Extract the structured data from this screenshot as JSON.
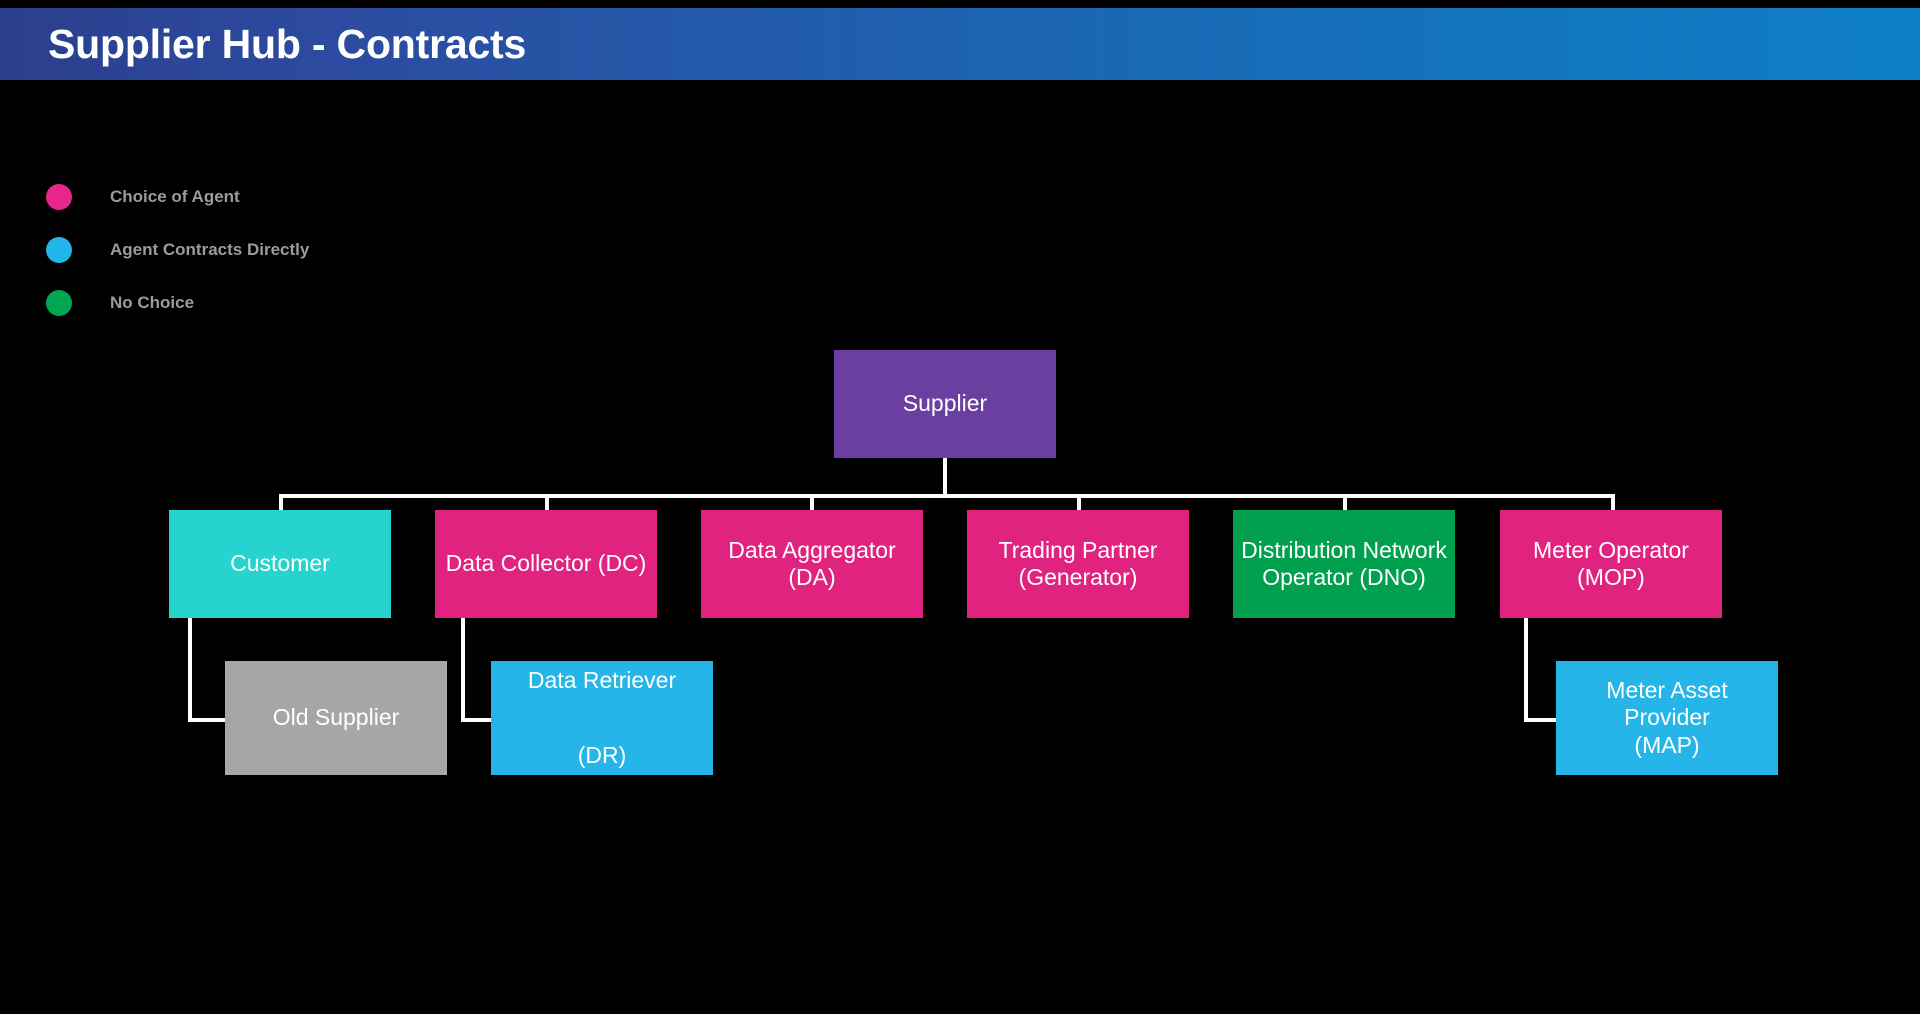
{
  "header": {
    "title": "Supplier Hub - Contracts",
    "gradient_from": "#2b3f8c",
    "gradient_to": "#0e7fc6"
  },
  "legend": {
    "items": [
      {
        "label": "Choice of Agent",
        "color": "#E8268C",
        "icon": "legend-dot-pink"
      },
      {
        "label": "Agent Contracts Directly",
        "color": "#22B5E8",
        "icon": "legend-dot-blue"
      },
      {
        "label": "No Choice",
        "color": "#00A651",
        "icon": "legend-dot-green"
      }
    ]
  },
  "diagram": {
    "type": "org-chart",
    "background": "#000000",
    "connector_color": "#ffffff",
    "root": {
      "id": "supplier",
      "label": "Supplier",
      "color": "#6B3FA0"
    },
    "level1": [
      {
        "id": "customer",
        "label": "Customer",
        "color": "#26D3CE"
      },
      {
        "id": "dc",
        "label": "Data Collector (DC)",
        "color": "#E0237F"
      },
      {
        "id": "da",
        "label": "Data Aggregator (DA)",
        "color": "#E0237F"
      },
      {
        "id": "tp",
        "label": "Trading Partner\n(Generator)",
        "color": "#E0237F"
      },
      {
        "id": "dno",
        "label": "Distribution Network\nOperator (DNO)",
        "color": "#00A04F"
      },
      {
        "id": "mop",
        "label": "Meter Operator\n(MOP)",
        "color": "#E0237F"
      }
    ],
    "level2": [
      {
        "id": "old-supplier",
        "label": "Old Supplier",
        "color": "#A6A6A6",
        "parent": "customer"
      },
      {
        "id": "dr",
        "label": "Data Retriever\n\n(DR)",
        "color": "#25B5E8",
        "parent": "dc"
      },
      {
        "id": "map",
        "label": "Meter Asset Provider\n(MAP)",
        "color": "#25B5E8",
        "parent": "mop"
      }
    ]
  }
}
